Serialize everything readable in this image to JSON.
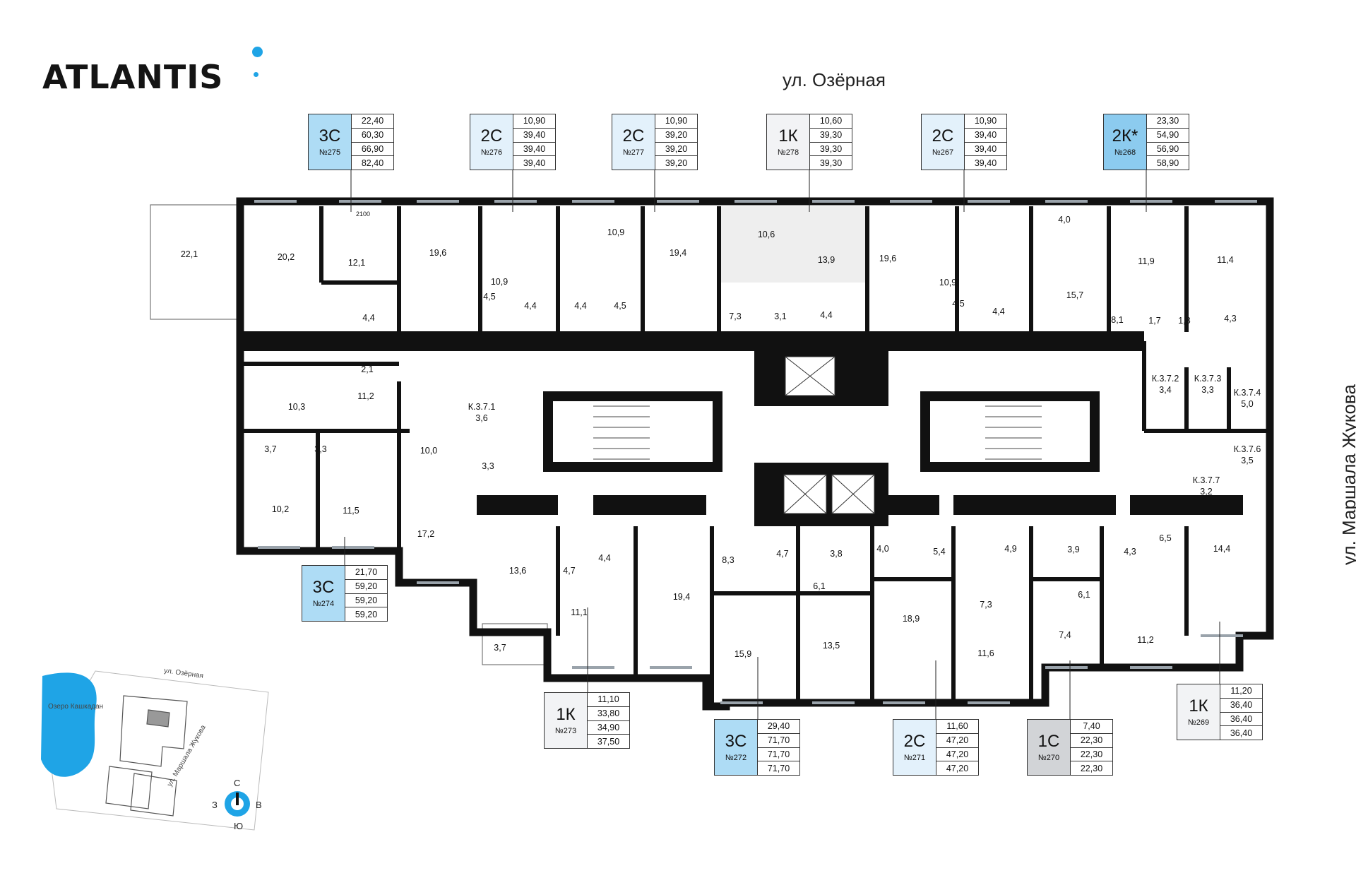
{
  "brand": {
    "name": "ATLANTIS"
  },
  "streets": {
    "top": "ул. Озёрная",
    "right": "ул. Маршала Жукова"
  },
  "colors": {
    "accent": "#1fa4e6",
    "type_3c": "#aedcf5",
    "type_2c": "#e3f1fb",
    "type_1k": "#f2f3f5",
    "type_2k": "#8ccbef",
    "type_1c": "#d2d4d7"
  },
  "units": [
    {
      "type": "3С",
      "num": "№275",
      "vals": [
        "22,40",
        "60,30",
        "66,90",
        "82,40"
      ],
      "color": "#aedcf5"
    },
    {
      "type": "2С",
      "num": "№276",
      "vals": [
        "10,90",
        "39,40",
        "39,40",
        "39,40"
      ],
      "color": "#e3f1fb"
    },
    {
      "type": "2С",
      "num": "№277",
      "vals": [
        "10,90",
        "39,20",
        "39,20",
        "39,20"
      ],
      "color": "#e3f1fb"
    },
    {
      "type": "1К",
      "num": "№278",
      "vals": [
        "10,60",
        "39,30",
        "39,30",
        "39,30"
      ],
      "color": "#f2f3f5"
    },
    {
      "type": "2С",
      "num": "№267",
      "vals": [
        "10,90",
        "39,40",
        "39,40",
        "39,40"
      ],
      "color": "#e3f1fb"
    },
    {
      "type": "2К*",
      "num": "№268",
      "vals": [
        "23,30",
        "54,90",
        "56,90",
        "58,90"
      ],
      "color": "#8ccbef"
    },
    {
      "type": "3С",
      "num": "№274",
      "vals": [
        "21,70",
        "59,20",
        "59,20",
        "59,20"
      ],
      "color": "#aedcf5"
    },
    {
      "type": "1К",
      "num": "№273",
      "vals": [
        "11,10",
        "33,80",
        "34,90",
        "37,50"
      ],
      "color": "#f2f3f5"
    },
    {
      "type": "3С",
      "num": "№272",
      "vals": [
        "29,40",
        "71,70",
        "71,70",
        "71,70"
      ],
      "color": "#aedcf5"
    },
    {
      "type": "2С",
      "num": "№271",
      "vals": [
        "11,60",
        "47,20",
        "47,20",
        "47,20"
      ],
      "color": "#e3f1fb"
    },
    {
      "type": "1С",
      "num": "№270",
      "vals": [
        "7,40",
        "22,30",
        "22,30",
        "22,30"
      ],
      "color": "#d2d4d7"
    },
    {
      "type": "1К",
      "num": "№269",
      "vals": [
        "11,20",
        "36,40",
        "36,40",
        "36,40"
      ],
      "color": "#f2f3f5"
    }
  ],
  "rooms": [
    {
      "label": "22,1"
    },
    {
      "label": "20,2"
    },
    {
      "label": "12,1"
    },
    {
      "label": "4,4"
    },
    {
      "label": "2,1"
    },
    {
      "label": "10,3"
    },
    {
      "label": "11,2"
    },
    {
      "label": "19,6"
    },
    {
      "label": "10,9"
    },
    {
      "label": "4,5"
    },
    {
      "label": "4,4"
    },
    {
      "label": "4,4"
    },
    {
      "label": "10,9"
    },
    {
      "label": "4,5"
    },
    {
      "label": "19,4"
    },
    {
      "label": "10,6"
    },
    {
      "label": "13,9"
    },
    {
      "label": "7,3"
    },
    {
      "label": "3,1"
    },
    {
      "label": "4,4"
    },
    {
      "label": "19,6"
    },
    {
      "label": "10,9"
    },
    {
      "label": "4,5"
    },
    {
      "label": "4,4"
    },
    {
      "label": "4,0"
    },
    {
      "label": "15,7"
    },
    {
      "label": "11,9"
    },
    {
      "label": "11,4"
    },
    {
      "label": "8,1"
    },
    {
      "label": "1,7"
    },
    {
      "label": "1,8"
    },
    {
      "label": "4,3"
    },
    {
      "label": "К.3.7.2"
    },
    {
      "label": "3,4"
    },
    {
      "label": "К.3.7.3"
    },
    {
      "label": "3,3"
    },
    {
      "label": "К.3.7.4"
    },
    {
      "label": "5,0"
    },
    {
      "label": "К.3.7.6"
    },
    {
      "label": "3,5"
    },
    {
      "label": "К.3.7.7"
    },
    {
      "label": "3,2"
    },
    {
      "label": "К.3.7.1"
    },
    {
      "label": "3,6"
    },
    {
      "label": "3,7"
    },
    {
      "label": "3,3"
    },
    {
      "label": "10,0"
    },
    {
      "label": "3,3"
    },
    {
      "label": "10,2"
    },
    {
      "label": "11,5"
    },
    {
      "label": "17,2"
    },
    {
      "label": "13,6"
    },
    {
      "label": "4,7"
    },
    {
      "label": "4,4"
    },
    {
      "label": "19,4"
    },
    {
      "label": "8,3"
    },
    {
      "label": "11,1"
    },
    {
      "label": "3,7"
    },
    {
      "label": "4,7"
    },
    {
      "label": "3,8"
    },
    {
      "label": "6,1"
    },
    {
      "label": "15,9"
    },
    {
      "label": "13,5"
    },
    {
      "label": "4,0"
    },
    {
      "label": "5,4"
    },
    {
      "label": "4,9"
    },
    {
      "label": "18,9"
    },
    {
      "label": "7,3"
    },
    {
      "label": "11,6"
    },
    {
      "label": "3,9"
    },
    {
      "label": "4,3"
    },
    {
      "label": "6,1"
    },
    {
      "label": "7,4"
    },
    {
      "label": "6,5"
    },
    {
      "label": "14,4"
    },
    {
      "label": "11,2"
    },
    {
      "label": "2100"
    }
  ],
  "minimap": {
    "lake": "Озеро Кашкадан",
    "street_top": "ул. Озёрная",
    "street_right": "ул. Маршала Жукова"
  },
  "compass": {
    "n": "С",
    "s": "Ю",
    "w": "З",
    "e": "В"
  }
}
